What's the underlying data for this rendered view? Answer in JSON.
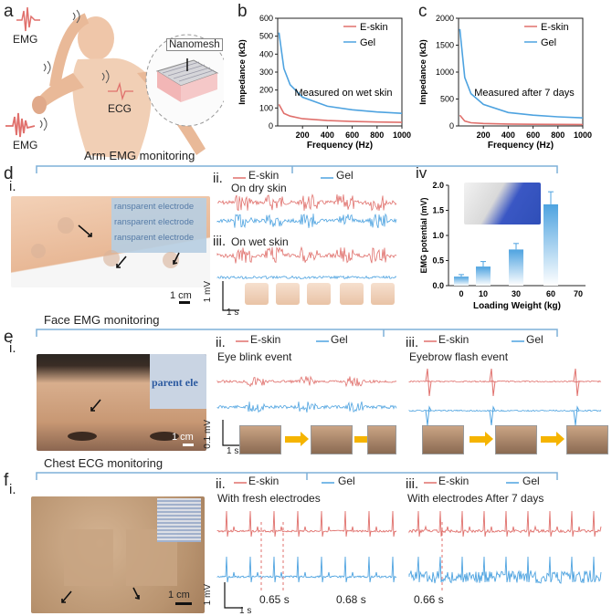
{
  "panels": {
    "a": {
      "label": "a",
      "emg_top": "EMG",
      "emg_bottom": "EMG",
      "ecg": "ECG",
      "nanomesh": "Nanomesh"
    },
    "b": {
      "label": "b",
      "ylabel": "Impedance (kΩ)",
      "xlabel": "Frequency (Hz)",
      "annotation": "Measured on wet skin",
      "legend": [
        "E-skin",
        "Gel"
      ],
      "yticks": [
        "0",
        "100",
        "200",
        "300",
        "400",
        "500",
        "600"
      ],
      "xticks": [
        "200",
        "400",
        "600",
        "800",
        "1000"
      ]
    },
    "c": {
      "label": "c",
      "ylabel": "Impedance (kΩ)",
      "xlabel": "Frequency (Hz)",
      "annotation": "Measured after 7 days",
      "legend": [
        "E-skin",
        "Gel"
      ],
      "yticks": [
        "0",
        "500",
        "1000",
        "1500",
        "2000"
      ],
      "xticks": [
        "200",
        "400",
        "600",
        "800",
        "1000"
      ]
    },
    "d": {
      "label": "d",
      "title": "Arm EMG monitoring",
      "i": "i.",
      "ii": "ii.",
      "iii": "iii.",
      "iv": "iv",
      "legend": [
        "E-skin",
        "Gel"
      ],
      "dry": "On dry skin",
      "wet": "On wet skin",
      "scale_cm": "1 cm",
      "scale_mv": "1 mV",
      "scale_s": "1 s",
      "inset_text": [
        "ransparent electrode",
        "ransparent electrode",
        "ransparent electrode"
      ],
      "bar_ylabel": "EMG potential (mV)",
      "bar_xlabel": "Loading Weight (kg)",
      "bar_yticks": [
        "0.0",
        "0.5",
        "1.0",
        "1.5",
        "2.0"
      ],
      "bar_xticks": [
        "0",
        "10",
        "30",
        "60",
        "70"
      ]
    },
    "e": {
      "label": "e",
      "title": "Face EMG monitoring",
      "i": "i.",
      "ii": "ii.",
      "iii": "iii.",
      "legend": [
        "E-skin",
        "Gel"
      ],
      "blink": "Eye blink event",
      "eyebrow": "Eyebrow flash event",
      "scale_cm": "1 cm",
      "scale_mv": "0.1 mV",
      "scale_s": "1 s",
      "inset_text": "parent ele"
    },
    "f": {
      "label": "f",
      "title": "Chest ECG monitoring",
      "i": "i.",
      "ii": "ii.",
      "iii": "iii.",
      "legend": [
        "E-skin",
        "Gel"
      ],
      "fresh": "With fresh electrodes",
      "after": "With electrodes After 7 days",
      "t1": "0.65 s",
      "t2": "0.68 s",
      "t3": "0.66 s",
      "scale_cm": "1 cm",
      "scale_mv": "1 mV",
      "scale_s": "1 s"
    }
  },
  "colors": {
    "eskin": "#e0706c",
    "gel": "#4ea3e0",
    "bracket": "#7fb0d8",
    "orange": "#f5b400"
  },
  "chart_data": [
    {
      "type": "line",
      "title": "",
      "xlabel": "Frequency (Hz)",
      "ylabel": "Impedance (kΩ)",
      "ylim": [
        0,
        600
      ],
      "xlim": [
        0,
        1000
      ],
      "series": [
        {
          "name": "E-skin",
          "x": [
            10,
            50,
            100,
            200,
            400,
            600,
            800,
            1000
          ],
          "y": [
            120,
            70,
            55,
            40,
            30,
            25,
            22,
            20
          ]
        },
        {
          "name": "Gel",
          "x": [
            10,
            50,
            100,
            200,
            400,
            600,
            800,
            1000
          ],
          "y": [
            520,
            320,
            230,
            160,
            110,
            90,
            78,
            70
          ]
        }
      ]
    },
    {
      "type": "line",
      "title": "",
      "xlabel": "Frequency (Hz)",
      "ylabel": "Impedance (kΩ)",
      "ylim": [
        0,
        2000
      ],
      "xlim": [
        0,
        1000
      ],
      "series": [
        {
          "name": "E-skin",
          "x": [
            10,
            50,
            100,
            200,
            400,
            600,
            800,
            1000
          ],
          "y": [
            200,
            90,
            60,
            45,
            35,
            30,
            28,
            25
          ]
        },
        {
          "name": "Gel",
          "x": [
            10,
            50,
            100,
            200,
            400,
            600,
            800,
            1000
          ],
          "y": [
            1800,
            900,
            600,
            400,
            250,
            200,
            170,
            150
          ]
        }
      ]
    },
    {
      "type": "bar",
      "xlabel": "Loading Weight (kg)",
      "ylabel": "EMG potential (mV)",
      "ylim": [
        0,
        2.0
      ],
      "categories": [
        "0",
        "10",
        "30",
        "60"
      ],
      "values": [
        0.18,
        0.38,
        0.72,
        1.62
      ],
      "errors": [
        0.04,
        0.1,
        0.12,
        0.25
      ]
    }
  ]
}
